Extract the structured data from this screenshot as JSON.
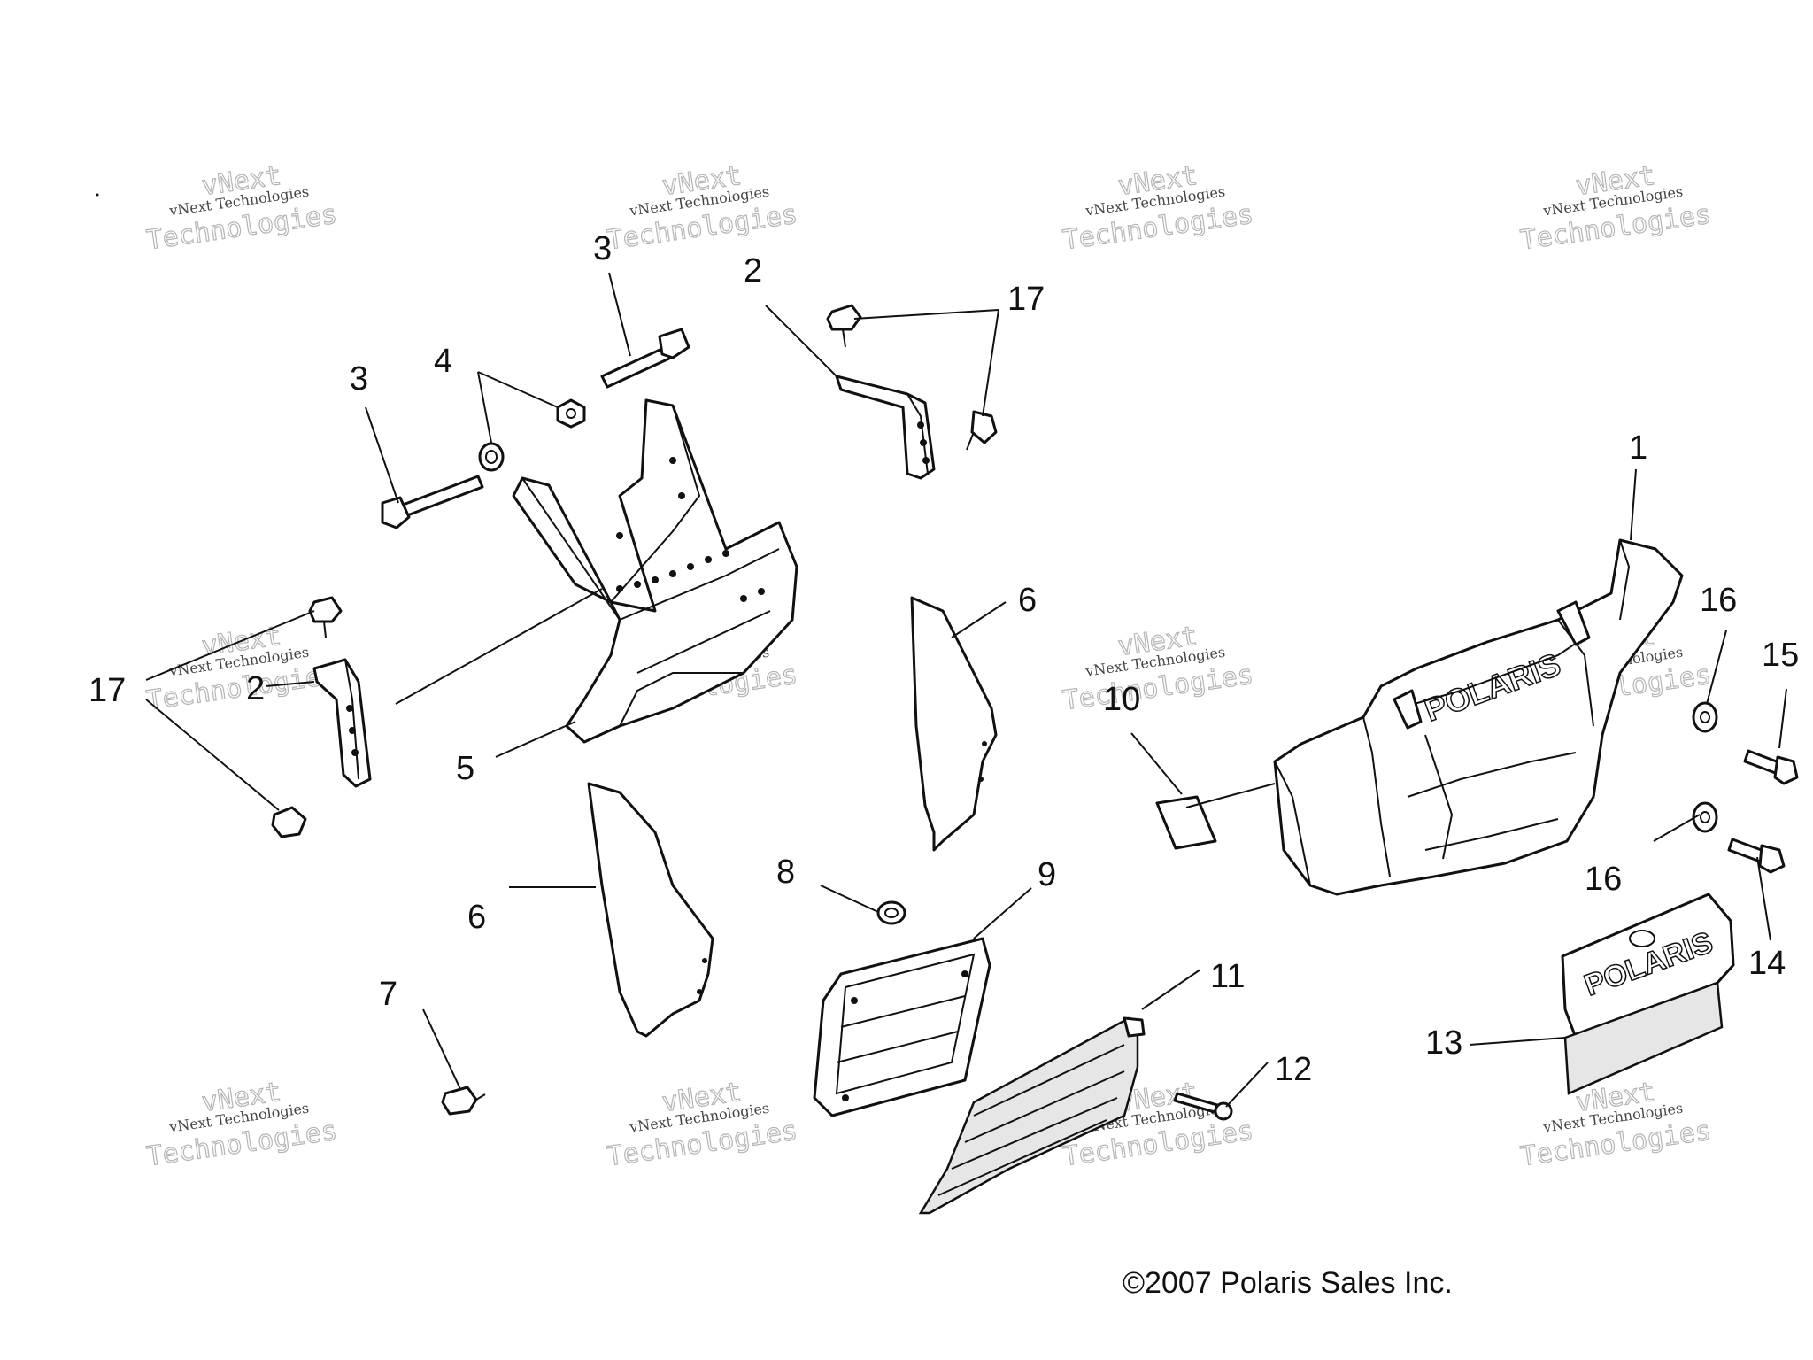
{
  "copyright": "©2007 Polaris Sales Inc.",
  "watermark": {
    "line_small": "vNext Technologies",
    "line_big_1": "vNext",
    "line_big_2": "Technologies"
  },
  "callouts": {
    "c1": "1",
    "c2a": "2",
    "c2b": "2",
    "c3a": "3",
    "c3b": "3",
    "c4": "4",
    "c5": "5",
    "c6a": "6",
    "c6b": "6",
    "c7": "7",
    "c8": "8",
    "c9": "9",
    "c10": "10",
    "c11": "11",
    "c12": "12",
    "c13": "13",
    "c14": "14",
    "c15": "15",
    "c16a": "16",
    "c16b": "16",
    "c17a": "17",
    "c17b": "17"
  },
  "logo_text": "POLARIS",
  "colors": {
    "ink": "#111111",
    "watermark": "#b5b5b5",
    "background": "#ffffff"
  }
}
